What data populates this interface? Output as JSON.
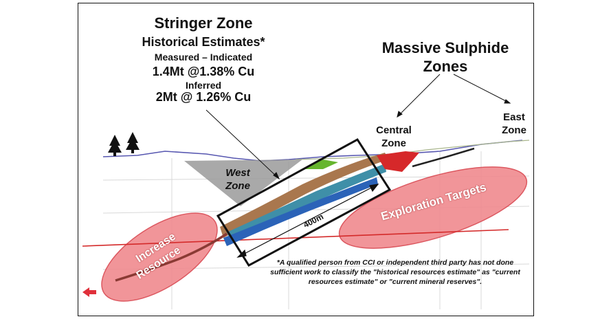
{
  "stringer_zone": {
    "title": "Stringer Zone",
    "subtitle": "Historical Estimates*",
    "measured_label": "Measured – Indicated",
    "measured_value": "1.4Mt @1.38% Cu",
    "inferred_label": "Inferred",
    "inferred_value": "2Mt @ 1.26% Cu"
  },
  "massive_sulphide": {
    "line1": "Massive Sulphide",
    "line2": "Zones"
  },
  "central_zone": {
    "line1": "Central",
    "line2": "Zone"
  },
  "east_zone": {
    "line1": "East",
    "line2": "Zone"
  },
  "west_zone": {
    "line1": "West",
    "line2": "Zone"
  },
  "exploration_targets": "Exploration Targets",
  "increase_resource": {
    "line1": "Increase",
    "line2": "Resource"
  },
  "distance_label": "400m",
  "footnote": {
    "line1": "*A qualified person from CCI or independent third party has not done",
    "line2": "sufficient work to classify the \"historical resources estimate\" as \"current",
    "line3": "resources estimate\" or \"current mineral reserves\".",
    "line4": ""
  },
  "colors": {
    "target_fill": "#f08a8f",
    "target_edge": "#d9464f",
    "section_line": "#d42a2a",
    "box": "#111111",
    "ground": "#6a6ab4",
    "west_zone_fill": "#9a9a9a"
  },
  "icons": [
    "tree-icon",
    "tree-icon",
    "left-arrow-icon"
  ]
}
